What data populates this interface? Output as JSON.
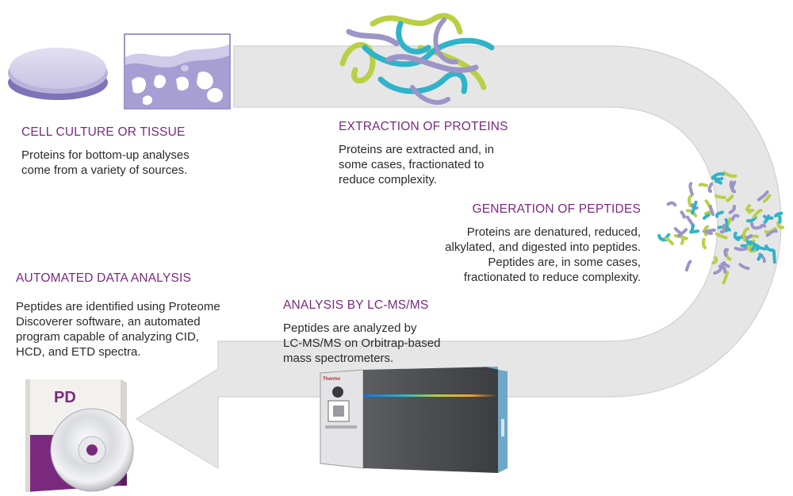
{
  "steps": [
    {
      "title": "CELL CULTURE OR TISSUE",
      "lines": [
        "Proteins for bottom-up analyses",
        "come from a variety of sources."
      ]
    },
    {
      "title": "EXTRACTION OF PROTEINS",
      "lines": [
        "Proteins are extracted and, in",
        "some cases, fractionated to",
        "reduce complexity."
      ]
    },
    {
      "title": "GENERATION OF PEPTIDES",
      "lines": [
        "Proteins are denatured, reduced,",
        "alkylated, and digested into peptides.",
        "Peptides are, in some cases,",
        "fractionated to reduce complexity."
      ]
    },
    {
      "title": "ANALYSIS BY LC-MS/MS",
      "lines": [
        "Peptides are analyzed by",
        "LC-MS/MS on Orbitrap-based",
        "mass spectrometers."
      ]
    },
    {
      "title": "AUTOMATED DATA ANALYSIS",
      "lines": [
        "Peptides are identified using Proteome",
        "Discoverer software, an automated",
        "program capable of analyzing CID,",
        "HCD, and ETD spectra."
      ]
    }
  ],
  "software_box": {
    "label": "PD"
  },
  "instrument": {
    "brand": "Thermo"
  },
  "colors": {
    "arrow": "#e6e6e6",
    "title": "#7a2a7e",
    "lavender": "#9d94c8",
    "teal": "#2fb3c9",
    "lime": "#b9cf45",
    "plum": "#7a2a7e"
  }
}
